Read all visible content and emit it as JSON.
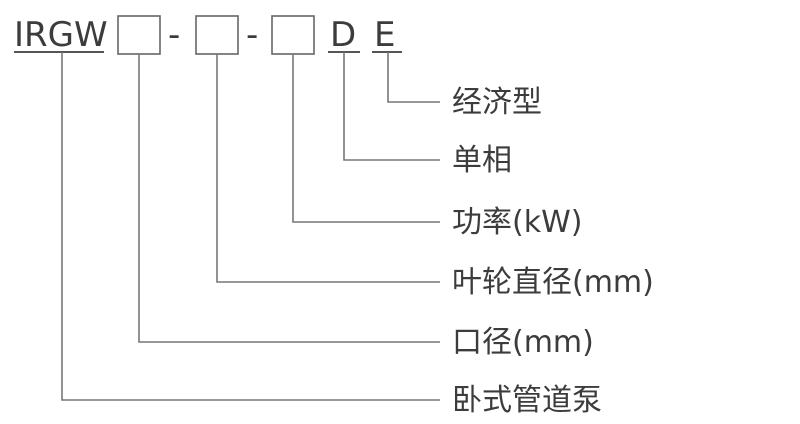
{
  "code": {
    "prefix": "IRGW",
    "dash_1": "-",
    "dash_2": "-",
    "letter_d": "D",
    "letter_e": "E"
  },
  "labels": {
    "economy": "经济型",
    "single_phase": "单相",
    "power": "功率(kW)",
    "impeller_diameter": "叶轮直径(mm)",
    "port_diameter": "口径(mm)",
    "pump_type": "卧式管道泵"
  },
  "colors": {
    "text": "#3c3c3c",
    "line": "#777777",
    "background": "#ffffff"
  }
}
